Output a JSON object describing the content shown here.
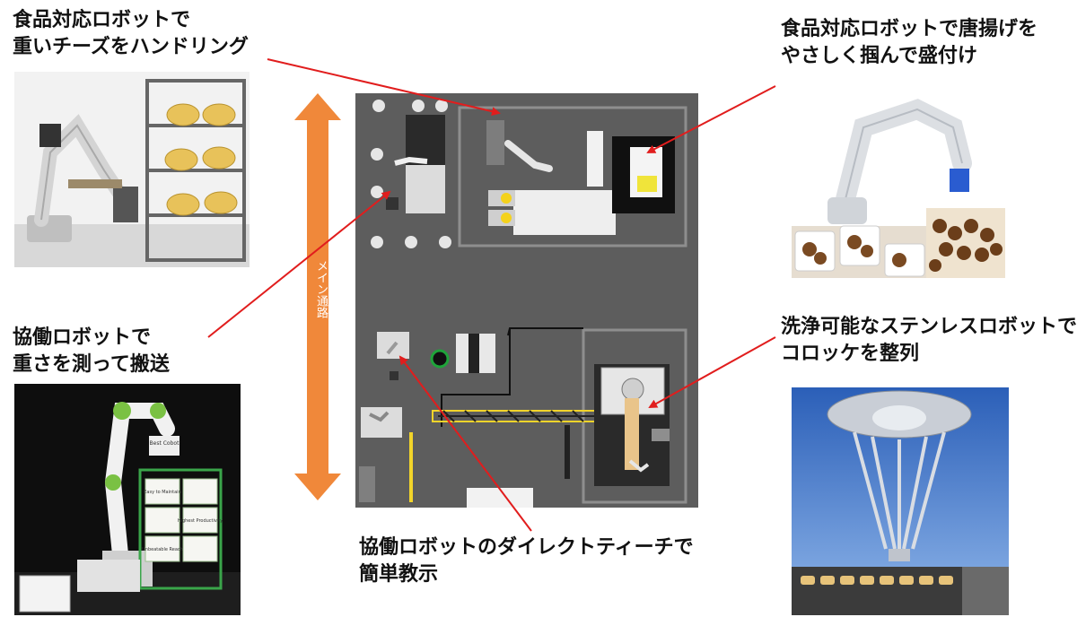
{
  "captions": {
    "cheese": "食品対応ロボットで\n重いチーズをハンドリング",
    "karaage": "食品対応ロボットで唐揚げを\nやさしく掴んで盛付け",
    "cobot_transport": "協働ロボットで\n重さを測って搬送",
    "croquette": "洗浄可能なステンレスロボットで\nコロッケを整列",
    "direct_teach": "協働ロボットのダイレクトティーチで\n簡単教示"
  },
  "aisle": {
    "label": "メイン通路",
    "arrow_color": "#f0883a"
  },
  "colors": {
    "floor": "#5d5d5d",
    "leader_line": "#e11d1d",
    "conveyor_highlight": "#f2d42a"
  },
  "photo_labels": {
    "box_text_1": "Best Cobot",
    "box_text_2": "Easy to Maintain",
    "box_text_3": "Highest Productivity",
    "box_text_4": "Unbeatable Reach"
  }
}
